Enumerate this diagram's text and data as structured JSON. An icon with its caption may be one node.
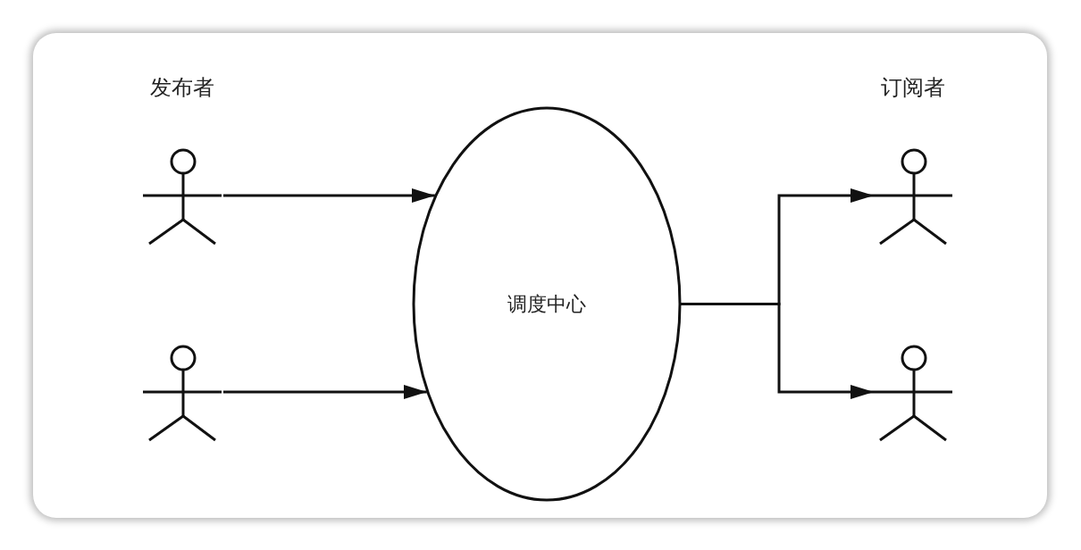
{
  "diagram": {
    "nodes": [
      {
        "text": [],
        "shape": "person"
      },
      {
        "text": [],
        "shape": "person"
      },
      {
        "text": [
          "调度中心"
        ]
      },
      {
        "text": [],
        "shape": "person"
      },
      {
        "text": [],
        "shape": "person"
      }
    ],
    "edges": [
      {
        "from": 0,
        "to": 2,
        "arrow": "to"
      },
      {
        "from": 1,
        "to": 2,
        "arrow": "to"
      },
      {
        "from": 2,
        "to": 3,
        "arrow": "to"
      },
      {
        "from": 2,
        "to": 4,
        "arrow": "to"
      }
    ],
    "labels": [
      "发布者",
      "订阅者"
    ]
  }
}
